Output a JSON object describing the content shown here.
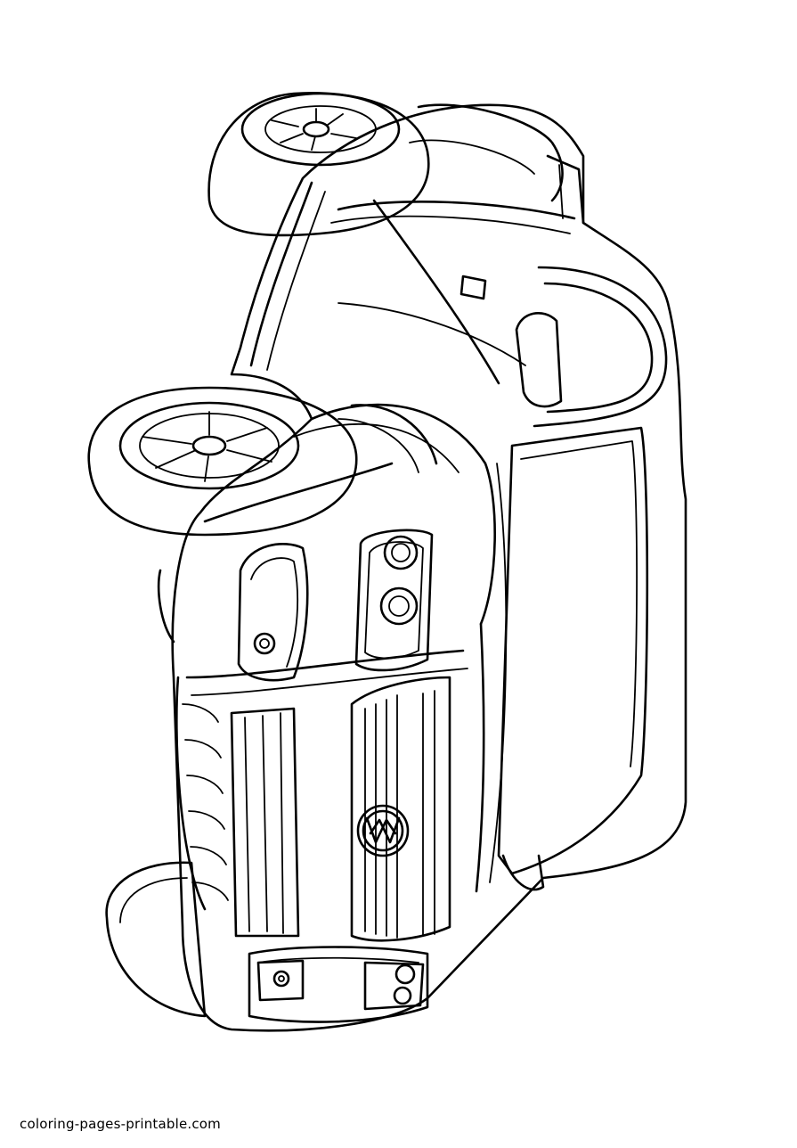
{
  "image": {
    "subject": "Volkswagen pickup truck coloring page",
    "style": "black line art on white",
    "background_color": "#ffffff",
    "line_color": "#000000"
  },
  "watermark": {
    "text": "coloring-pages-printable.com"
  }
}
